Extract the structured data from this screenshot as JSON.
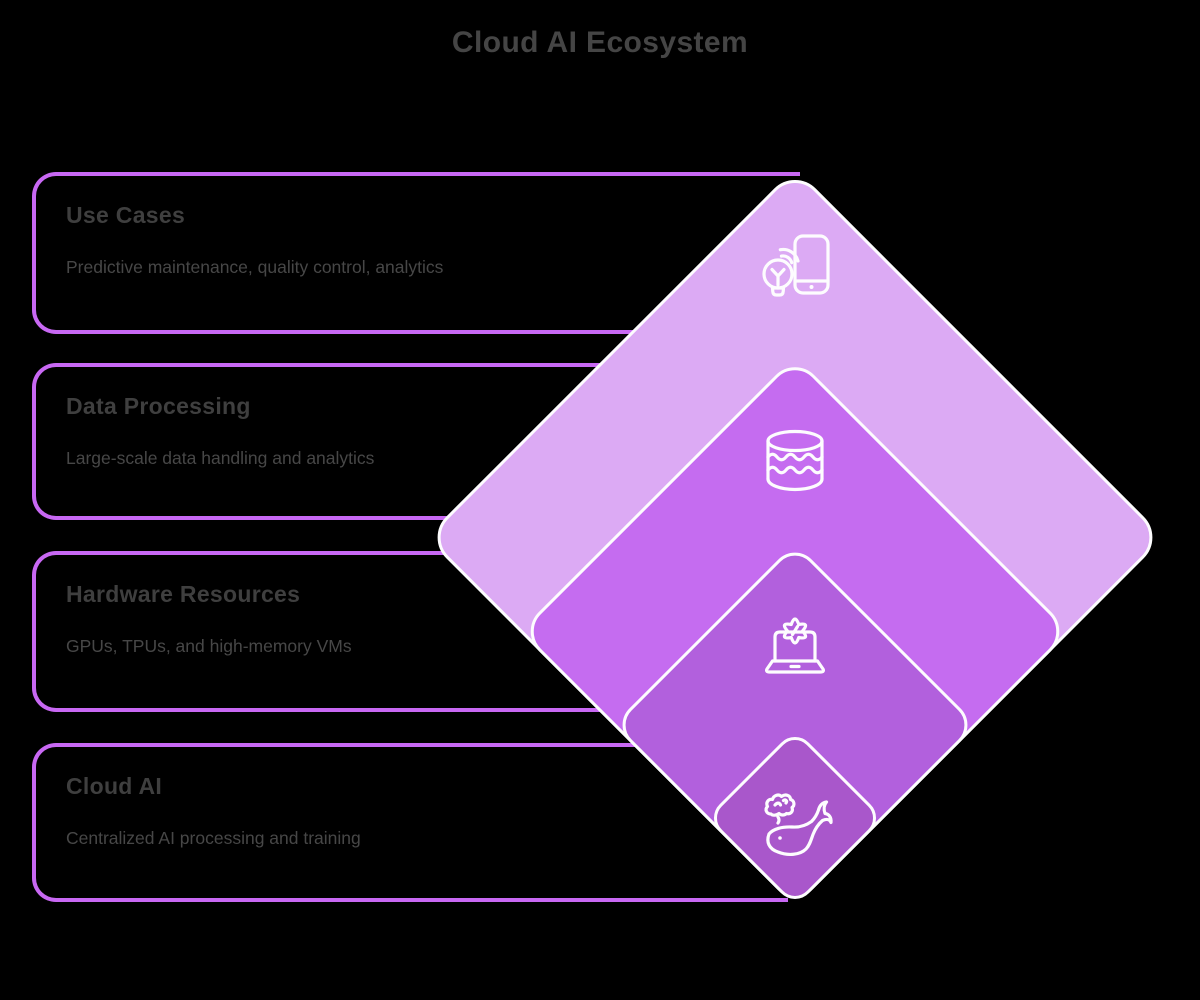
{
  "title": "Cloud AI Ecosystem",
  "cards": [
    {
      "title": "Use Cases",
      "description": "Predictive maintenance, quality control, analytics",
      "icon": "smart-device-icon"
    },
    {
      "title": "Data Processing",
      "description": "Large-scale data handling and analytics",
      "icon": "data-lake-icon"
    },
    {
      "title": "Hardware Resources",
      "description": "GPUs, TPUs, and high-memory VMs",
      "icon": "compute-laptop-icon"
    },
    {
      "title": "Cloud AI",
      "description": "Centralized AI processing and training",
      "icon": "ai-whale-icon"
    }
  ],
  "layers": [
    {
      "name": "Use Cases",
      "color": "#dcaaf4"
    },
    {
      "name": "Data Processing",
      "color": "#c56cf0"
    },
    {
      "name": "Hardware Resources",
      "color": "#b260dd"
    },
    {
      "name": "Cloud AI",
      "color": "#a957cb"
    }
  ],
  "colors": {
    "background": "#000000",
    "card_border": "#c868f3",
    "connector_line": "#c868f3",
    "diamond_stroke": "#fdfcfe",
    "icon_stroke": "#fbf8fd",
    "title_text": "#454545",
    "card_title_text": "#3f3f3f",
    "card_description_text": "#474747"
  }
}
